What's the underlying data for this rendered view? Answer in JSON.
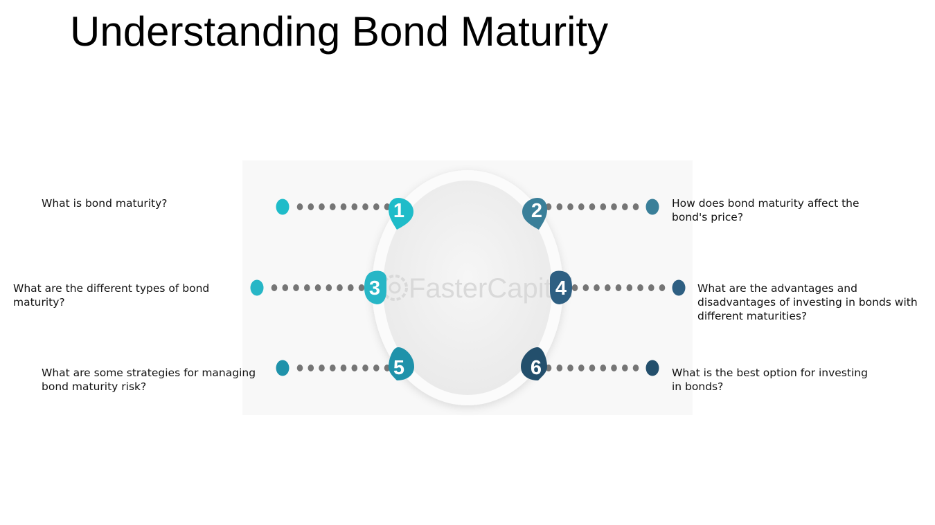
{
  "title": "Understanding Bond Maturity",
  "watermark": "FasterCapital",
  "colors": {
    "item1": "#1fbcc9",
    "item2": "#3a7f99",
    "item3": "#27b6c6",
    "item4": "#2e5f82",
    "item5": "#1f92aa",
    "item6": "#234f6c",
    "dots": "#757575"
  },
  "items": [
    {
      "number": "1",
      "text": "What is bond maturity?"
    },
    {
      "number": "2",
      "text": "How does bond maturity affect the bond's price?"
    },
    {
      "number": "3",
      "text": "What are the different types of bond maturity?"
    },
    {
      "number": "4",
      "text": "What are the advantages and disadvantages of investing in bonds with different maturities?"
    },
    {
      "number": "5",
      "text": "What are some strategies for managing bond maturity risk?"
    },
    {
      "number": "6",
      "text": "What is the best option for investing in bonds?"
    }
  ]
}
